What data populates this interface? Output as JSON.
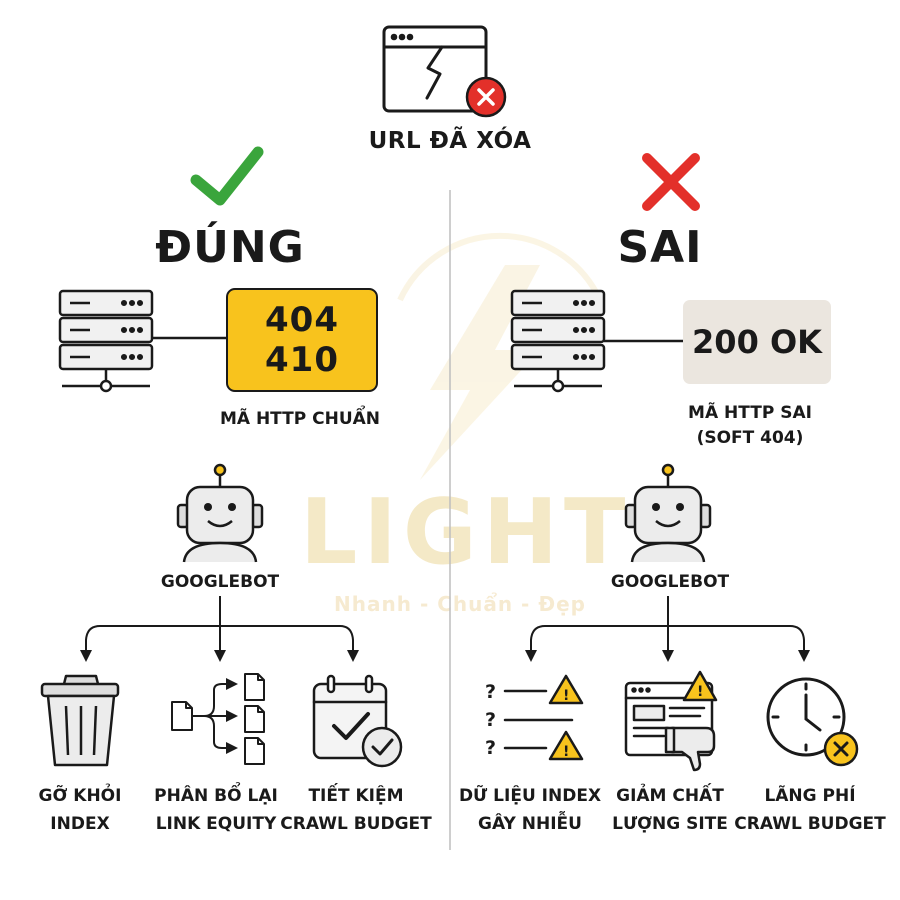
{
  "header": {
    "title": "URL ĐÃ XÓA",
    "icon": "broken-page-icon"
  },
  "watermark": {
    "brand": "LIGHT",
    "slogan": "Nhanh - Chuẩn - Đẹp"
  },
  "correct": {
    "title": "ĐÚNG",
    "status_codes": [
      "404",
      "410"
    ],
    "status_label": "MÃ HTTP CHUẨN",
    "bot_label": "GOOGLEBOT",
    "outcomes": [
      {
        "line1": "GỠ KHỎI",
        "line2": "INDEX",
        "icon": "trash-icon"
      },
      {
        "line1": "PHÂN BỔ LẠI",
        "line2": "LINK EQUITY",
        "icon": "documents-branch-icon"
      },
      {
        "line1": "TIẾT KIỆM",
        "line2": "CRAWL BUDGET",
        "icon": "calendar-check-icon"
      }
    ]
  },
  "wrong": {
    "title": "SAI",
    "status_code": "200 OK",
    "status_label_line1": "MÃ HTTP SAI",
    "status_label_line2": "(SOFT 404)",
    "bot_label": "GOOGLEBOT",
    "outcomes": [
      {
        "line1": "DỮ LIỆU INDEX",
        "line2": "GÂY NHIỄU",
        "icon": "question-list-warning-icon"
      },
      {
        "line1": "GIẢM CHẤT",
        "line2": "LƯỢNG SITE",
        "icon": "page-thumbs-down-icon"
      },
      {
        "line1": "LÃNG PHÍ",
        "line2": "CRAWL BUDGET",
        "icon": "clock-cancel-icon"
      }
    ]
  },
  "colors": {
    "accent_yellow": "#f8c31d",
    "check_green": "#3aa53c",
    "cross_red": "#e3302a",
    "ok_box": "#ebe6df",
    "ink": "#1a1a1a"
  }
}
